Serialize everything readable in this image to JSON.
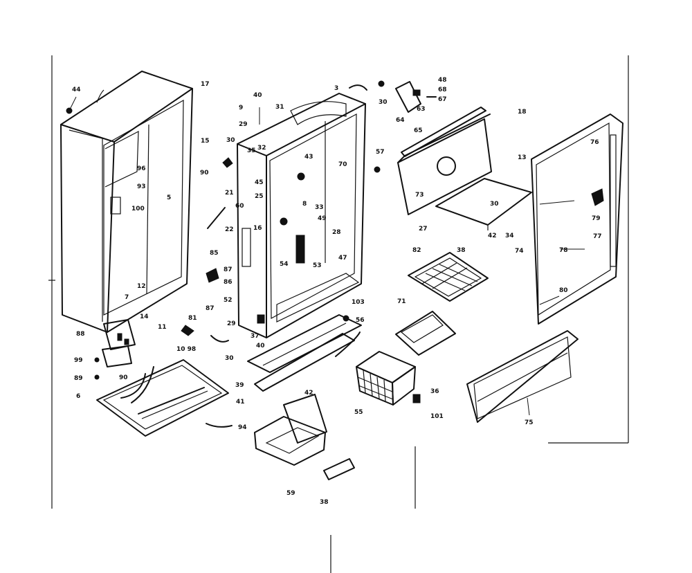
{
  "callouts": {
    "c_44": "44",
    "c_17": "17",
    "c_9": "9",
    "c_29a": "29",
    "c_15": "15",
    "c_40a": "40",
    "c_31": "31",
    "c_3": "3",
    "c_48": "48",
    "c_30a": "30",
    "c_68": "68",
    "c_67": "67",
    "c_63": "63",
    "c_64": "64",
    "c_65": "65",
    "c_57": "57",
    "c_18": "18",
    "c_13": "13",
    "c_76a": "76",
    "c_96": "96",
    "c_93": "93",
    "c_100": "100",
    "c_5": "5",
    "c_30b": "30",
    "c_90": "90",
    "c_35a": "35",
    "c_43": "43",
    "c_70": "70",
    "c_45": "45",
    "c_25": "25",
    "c_60": "60",
    "c_21": "21",
    "c_22": "22",
    "c_16": "16",
    "c_32": "32",
    "c_33": "33",
    "c_49": "49",
    "c_28": "28",
    "c_54": "54",
    "c_53": "53",
    "c_47": "47",
    "c_8": "8",
    "c_73": "73",
    "c_27": "27",
    "c_30c": "30",
    "c_42": "42",
    "c_34": "34",
    "c_74": "74",
    "c_79": "79",
    "c_77": "77",
    "c_78": "78",
    "c_80": "80",
    "c_82": "82",
    "c_38a": "38",
    "c_85": "85",
    "c_87a": "87",
    "c_86": "86",
    "c_52": "52",
    "c_12": "12",
    "c_7": "7",
    "c_14": "14",
    "c_11": "11",
    "c_81": "81",
    "c_87b": "87",
    "c_29b": "29",
    "c_37": "37",
    "c_40b": "40",
    "c_88": "88",
    "c_10_98": "10 98",
    "c_99": "99",
    "c_89": "89",
    "c_90b": "90",
    "c_103": "103",
    "c_56": "56",
    "c_71": "71",
    "c_39": "39",
    "c_41": "41",
    "c_42b": "42",
    "c_55": "55",
    "c_36": "36",
    "c_101": "101",
    "c_75": "75",
    "c_6": "6",
    "c_94": "94",
    "c_59": "59",
    "c_38b": "38",
    "c_30d": "30"
  }
}
